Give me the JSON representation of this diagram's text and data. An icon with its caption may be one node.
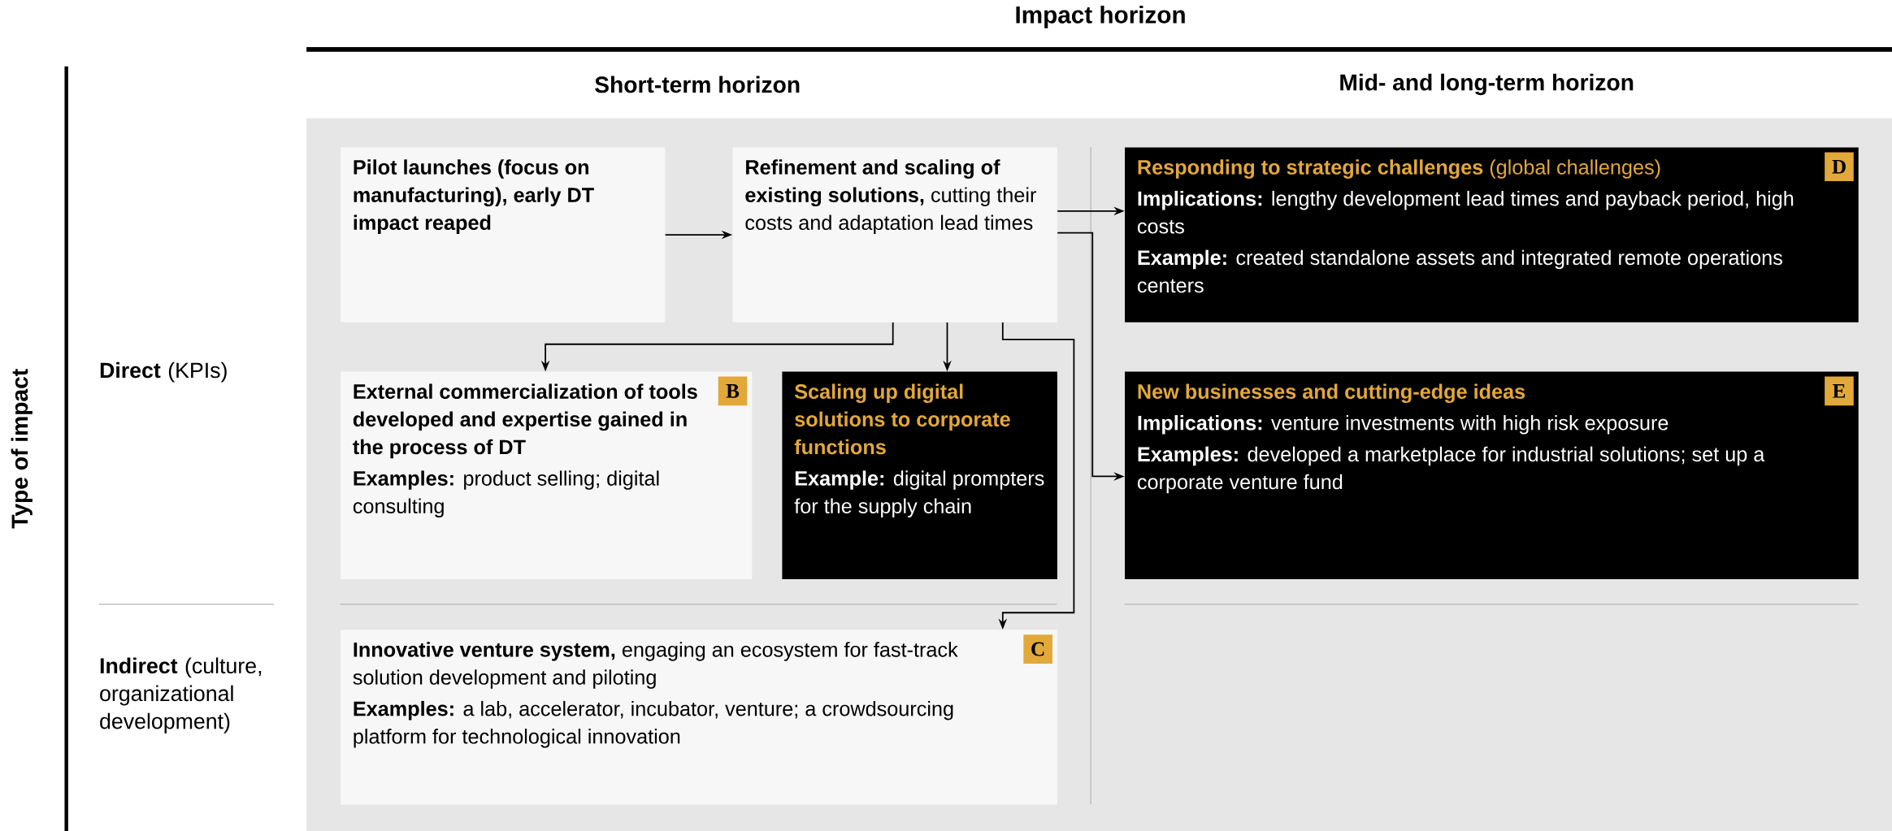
{
  "diagram": {
    "title": "Impact horizon",
    "nodes": [
      {
        "text": [
          "Pilot launches (focus on manufacturing), early DT impact reaped"
        ]
      },
      {
        "text": [
          "**Refinement and scaling of existing solutions,** cutting their costs and adaptation lead times"
        ]
      },
      {
        "text": [
          "**Responding to strategic challenges** (global challenges)",
          "**Implications:** lengthy development lead times and payback period, high costs",
          "**Example:** created standalone assets and integrated remote operations centers"
        ]
      },
      {
        "text": [
          "D"
        ],
        "in": 2
      },
      {
        "text": [
          "New businesses and cutting-edge ideas",
          "**Implications:** venture investments with high risk exposure",
          "**Examples:** developed a marketplace for industrial solutions; set up a corporate venture fund"
        ]
      },
      {
        "text": [
          "E"
        ],
        "in": 4
      },
      {
        "text": [
          "External commercialization of tools developed and expertise gained in the process of DT",
          "**Examples:** product selling; digital consulting"
        ]
      },
      {
        "text": [
          "B"
        ],
        "in": 6
      },
      {
        "text": [
          "Scaling up digital solutions to corporate functions",
          "**Example:** digital prompters for the supply chain"
        ]
      },
      {
        "text": [
          "**Innovative venture system,** engaging an ecosystem for fast-track solution development and piloting",
          "**Examples:** a lab, accelerator, incubator, venture; a crowdsourcing platform for technological innovation"
        ]
      },
      {
        "text": [
          "C"
        ],
        "in": 9
      }
    ],
    "edges": [
      {
        "from": 0,
        "to": 1,
        "arrow": "to"
      },
      {
        "from": 1,
        "to": 2,
        "arrow": "to"
      },
      {
        "from": 1,
        "to": 4,
        "arrow": "to"
      },
      {
        "from": 1,
        "to": 6,
        "arrow": "to"
      },
      {
        "from": 1,
        "to": 8,
        "arrow": "to"
      },
      {
        "from": 1,
        "to": 9,
        "arrow": "to"
      }
    ],
    "labels": [
      "Short-term horizon",
      "Mid- and long-term horizon",
      "Type of impact",
      "**Direct** (KPIs)",
      "**Indirect** (culture, organizational development)"
    ]
  }
}
